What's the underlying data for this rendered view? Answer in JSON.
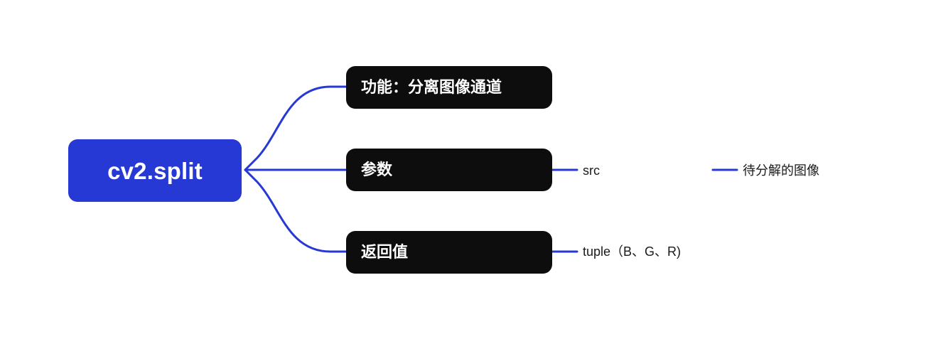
{
  "diagram": {
    "type": "mind-map",
    "background_color": "#ffffff",
    "accent_color": "#2639d4",
    "node_color": "#0d0d0d",
    "root": {
      "label": "cv2.split",
      "text_color": "#ffffff"
    },
    "branches": [
      {
        "label": "功能：分离图像通道",
        "children": []
      },
      {
        "label": "参数",
        "children": [
          {
            "label": "src",
            "children": [
              {
                "label": "待分解的图像"
              }
            ]
          }
        ]
      },
      {
        "label": "返回值",
        "children": [
          {
            "label": "tuple（B、G、R)"
          }
        ]
      }
    ]
  }
}
